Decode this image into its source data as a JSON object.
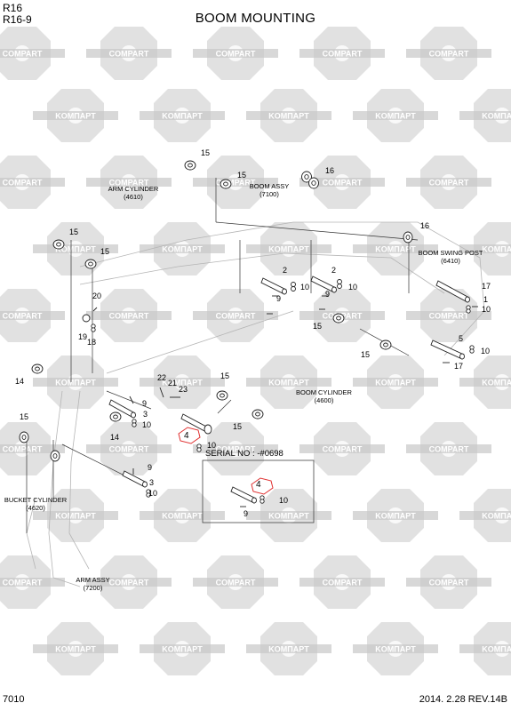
{
  "header": {
    "model_1": "R16",
    "model_2": "R16-9",
    "title": "BOOM MOUNTING"
  },
  "watermark": {
    "text_latin": "COMPART",
    "text_cyrillic": "KOMПAPT",
    "color": "#c8c8c8"
  },
  "assemblies": {
    "arm_cylinder": {
      "name": "ARM CYLINDER",
      "code": "(4610)"
    },
    "boom_assy": {
      "name": "BOOM ASSY",
      "code": "(7100)"
    },
    "boom_swing_post": {
      "name": "BOOM SWING POST",
      "code": "(6410)"
    },
    "boom_cylinder": {
      "name": "BOOM CYLINDER",
      "code": "(4600)"
    },
    "bucket_cylinder": {
      "name": "BUCKET CYLINDER",
      "code": "(4620)"
    },
    "arm_assy": {
      "name": "ARM ASSY",
      "code": "(7200)"
    }
  },
  "serial_note": "SERIAL NO : -#0698",
  "callouts": {
    "n15": "15",
    "n16": "16",
    "n2": "2",
    "n10": "10",
    "n9": "9",
    "n17": "17",
    "n1": "1",
    "n5": "5",
    "n20": "20",
    "n19": "19",
    "n18": "18",
    "n14": "14",
    "n22": "22",
    "n21": "21",
    "n23": "23",
    "n3": "3",
    "n4": "4"
  },
  "highlight_color": "#e03030",
  "footer": {
    "page": "7010",
    "date_rev": "2014. 2.28  REV.14B"
  }
}
